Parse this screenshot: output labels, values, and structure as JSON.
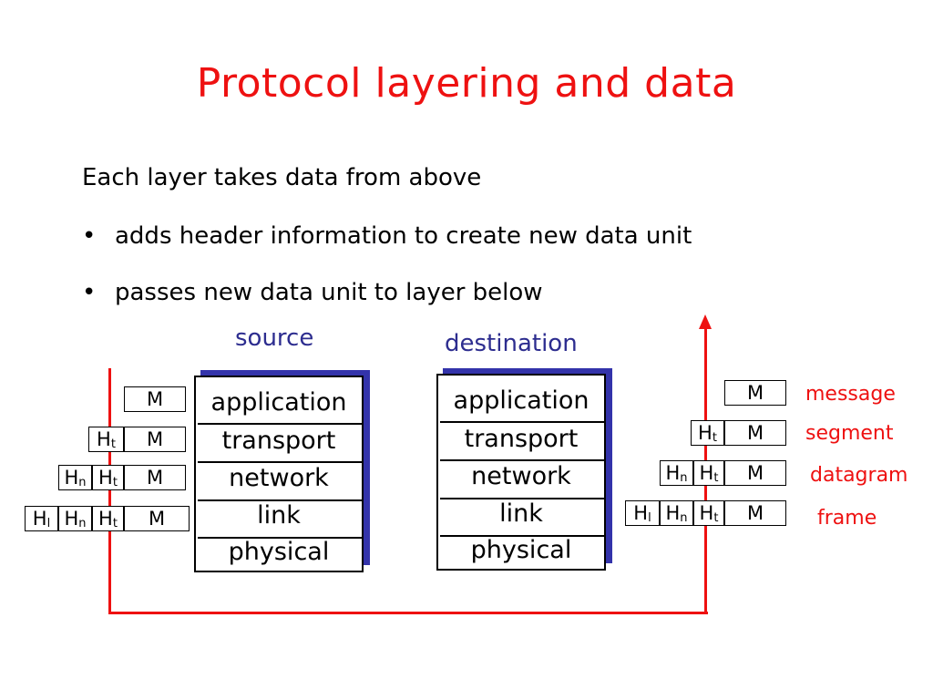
{
  "slide": {
    "title": "Protocol layering and data",
    "intro": "Each layer takes data from above",
    "bullets": [
      "adds header information to create new data unit",
      "passes new data unit to layer below"
    ],
    "bullet_glyph": "•"
  },
  "stacks": {
    "source_label": "source",
    "destination_label": "destination",
    "layers": [
      "application",
      "transport",
      "network",
      "link",
      "physical"
    ]
  },
  "pdu": {
    "message_body": "M",
    "transport_header": {
      "base": "H",
      "sub": "t"
    },
    "network_header": {
      "base": "H",
      "sub": "n"
    },
    "link_header": {
      "base": "H",
      "sub": "l"
    },
    "names": [
      "message",
      "segment",
      "datagram",
      "frame"
    ]
  },
  "colors": {
    "title": "#ee1111",
    "stack_label": "#2d2d8f",
    "stack_shadow": "#3333aa",
    "path": "#ee1111"
  }
}
